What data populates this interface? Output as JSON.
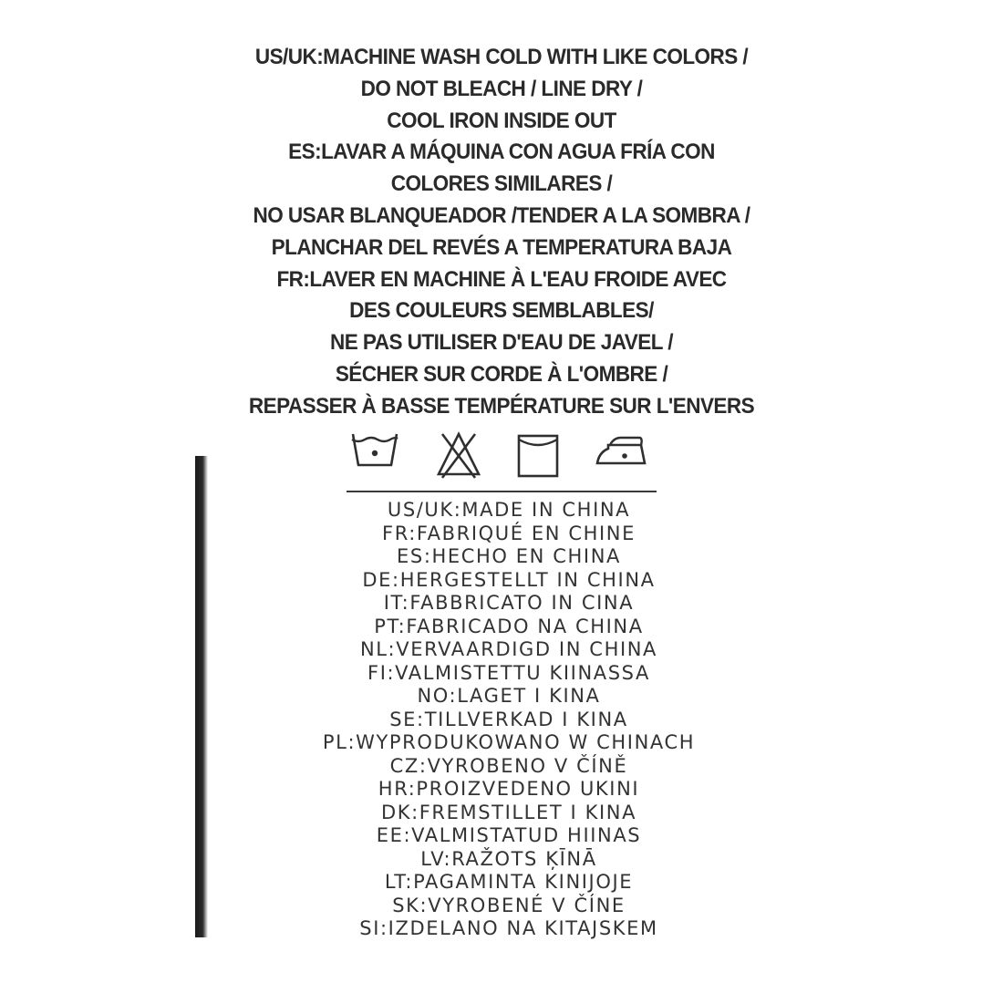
{
  "care_instructions": [
    "US/UK:MACHINE WASH COLD WITH LIKE COLORS /",
    "DO NOT BLEACH / LINE DRY /",
    "COOL IRON INSIDE OUT",
    "ES:LAVAR A MÁQUINA CON AGUA FRÍA CON",
    "COLORES SIMILARES /",
    "NO USAR BLANQUEADOR /TENDER A LA SOMBRA /",
    "PLANCHAR DEL REVÉS A TEMPERATURA BAJA",
    "FR:LAVER EN MACHINE À L'EAU FROIDE AVEC",
    "DES COULEURS SEMBLABLES/",
    "NE PAS UTILISER D'EAU DE JAVEL /",
    "SÉCHER SUR CORDE À L'OMBRE /",
    "REPASSER À BASSE TEMPÉRATURE SUR L'ENVERS"
  ],
  "care_symbols": [
    "wash-cold-icon",
    "do-not-bleach-icon",
    "line-dry-icon",
    "iron-low-icon"
  ],
  "origin_lines": [
    "US/UK:MADE IN CHINA",
    "FR:FABRIQUÉ EN CHINE",
    "ES:HECHO EN CHINA",
    "DE:HERGESTELLT IN CHINA",
    "IT:FABBRICATO IN CINA",
    "PT:FABRICADO NA CHINA",
    "NL:VERVAARDIGD IN CHINA",
    "FI:VALMISTETTU KIINASSA",
    "NO:LAGET I KINA",
    "SE:TILLVERKAD I KINA",
    "PL:WYPRODUKOWANO W CHINACH",
    "CZ:VYROBENO V ČÍNĚ",
    "HR:PROIZVEDENO UKINI",
    "DK:FREMSTILLET I KINA",
    "EE:VALMISTATUD HIINAS",
    "LV:RAŽOTS ĶĪNĀ",
    "LT:PAGAMINTA KINIJOJE",
    "SK:VYROBENÉ V ČÍNE",
    "SI:IZDELANO NA KITAJSKEM"
  ],
  "colors": {
    "fabric": "#ffffff",
    "ink": "#2a2a2a",
    "edge": "#1a1a1a"
  }
}
